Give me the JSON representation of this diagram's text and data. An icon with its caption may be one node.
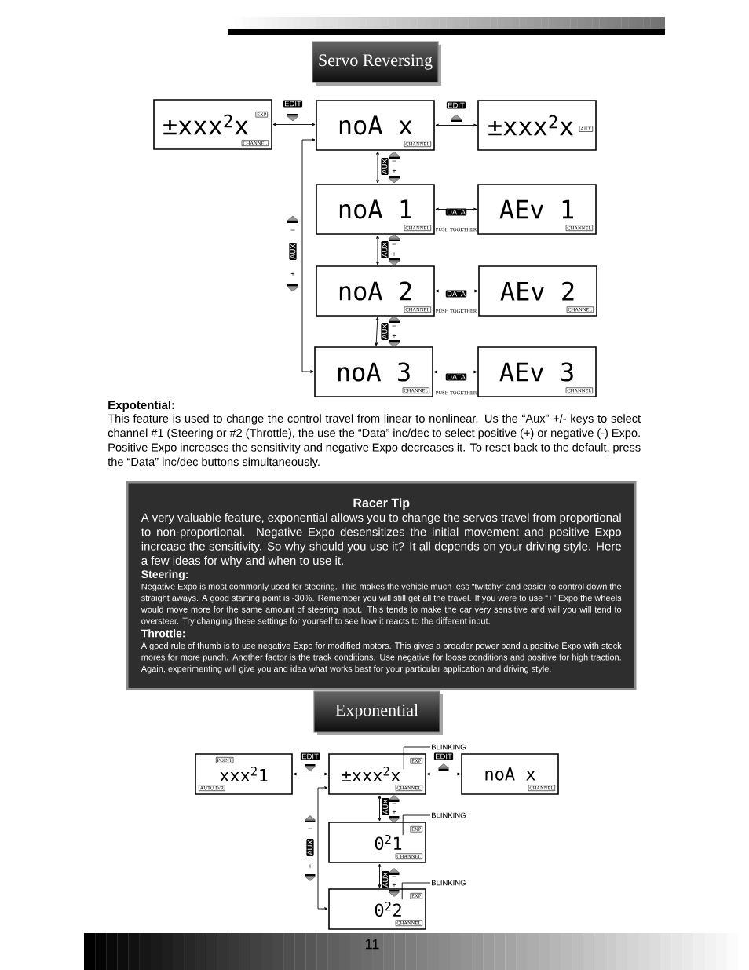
{
  "diagram": {
    "nodes": [
      {
        "text": [
          "Servo Reversing"
        ]
      },
      {
        "text": [
          "±xxx$^{2}$x",
          "EXP",
          "CHANNEL"
        ]
      },
      {
        "text": [
          "noA x",
          "CHANNEL"
        ]
      },
      {
        "text": [
          "±xxx$^{2}$x",
          "AUX"
        ]
      },
      {
        "text": [
          "noA 1",
          "CHANNEL"
        ]
      },
      {
        "text": [
          "AEv 1",
          "CHANNEL"
        ]
      },
      {
        "text": [
          "noA 2",
          "CHANNEL"
        ]
      },
      {
        "text": [
          "AEv 2",
          "CHANNEL"
        ]
      },
      {
        "text": [
          "noA 3",
          "CHANNEL"
        ]
      },
      {
        "text": [
          "AEv 3",
          "CHANNEL"
        ]
      },
      {
        "text": [
          "Racer Tip",
          "A very valuable feature, exponential allows you to change the servos travel from proportional to non-proportional.  Negative Expo desensitizes the initial movement and positive Expo increase the sensitivity.  So why should you use it?  It all depends on your driving style.  Here a few ideas for why and when to use it.",
          "Steering:",
          "Negative Expo is most commonly used for steering.  This makes the vehicle much less “twitchy” and easier to control down the straight aways.  A good starting point is -30%.  Remember you will still get all the travel.  If you were to use “+” Expo the wheels would move more for the same amount of steering input.  This tends to make the car very sensitive and will you will tend to oversteer.  Try changing these settings for yourself to see how it reacts to the different input.",
          "Throttle:",
          "A good rule of thumb is to use negative Expo for modified motors.  This gives a broader power band a positive Expo with stock mores for more punch.  Another factor is the track conditions.  Use negative for loose conditions and positive for high traction.  Again, experimenting will give you and idea what works best for your particular application and driving style."
        ]
      },
      {
        "text": [
          "Exponential"
        ]
      },
      {
        "text": [
          "POINT",
          "xxx$^{2}$1",
          "AUTO D/R"
        ]
      },
      {
        "text": [
          "±xxx$^{2}$x",
          "EXP",
          "CHANNEL"
        ]
      },
      {
        "text": [
          "noA x",
          "CHANNEL"
        ]
      },
      {
        "text": [
          "0$^{2}$1",
          "EXP",
          "CHANNEL"
        ]
      },
      {
        "text": [
          "0$^{2}$2",
          "EXP",
          "CHANNEL"
        ]
      },
      {
        "text": [
          "BLINKING"
        ]
      },
      {
        "text": [
          "BLINKING"
        ]
      },
      {
        "text": [
          "BLINKING"
        ]
      }
    ],
    "edges": [
      {
        "from": 1,
        "to": 2,
        "arrow": "both",
        "label": "EDIT"
      },
      {
        "from": 2,
        "to": 3,
        "arrow": "both",
        "label": "EDIT"
      },
      {
        "from": 2,
        "to": 4,
        "arrow": "both",
        "label": "AUX"
      },
      {
        "from": 4,
        "to": 5,
        "arrow": "both",
        "label": "DATA"
      },
      {
        "from": 4,
        "to": 6,
        "arrow": "both",
        "label": "AUX"
      },
      {
        "from": 6,
        "to": 7,
        "arrow": "both",
        "label": "DATA"
      },
      {
        "from": 6,
        "to": 8,
        "arrow": "both",
        "label": "AUX"
      },
      {
        "from": 8,
        "to": 9,
        "arrow": "both",
        "label": "DATA"
      },
      {
        "from": 2,
        "to": 8,
        "arrow": "both",
        "label": "AUX"
      },
      {
        "from": 12,
        "to": 13,
        "arrow": "both",
        "label": "EDIT"
      },
      {
        "from": 13,
        "to": 14,
        "arrow": "both",
        "label": "EDIT"
      },
      {
        "from": 13,
        "to": 15,
        "arrow": "both",
        "label": "AUX"
      },
      {
        "from": 15,
        "to": 16,
        "arrow": "both",
        "label": "AUX"
      },
      {
        "from": 13,
        "to": 16,
        "arrow": "both",
        "label": "AUX"
      },
      {
        "from": 17,
        "to": 13,
        "arrow": "none"
      },
      {
        "from": 18,
        "to": 15,
        "arrow": "none"
      },
      {
        "from": 19,
        "to": 16,
        "arrow": "none"
      }
    ],
    "labels": [
      "–",
      "+",
      "PUSH TOGETHER",
      "–",
      "+",
      "–",
      "+",
      "PUSH TOGETHER",
      "–",
      "+",
      "PUSH TOGETHER",
      "Expotential:",
      "This feature is used to change the control travel from linear to nonlinear.  Us the “Aux” +/- keys to select channel #1 (Steering or #2 (Throttle), the use the “Data” inc/dec to select positive (+) or negative (-) Expo.  Positive Expo increases the sensitivity and negative Expo decreases it.  To reset back to the default, press the “Data” inc/dec buttons simultaneously.",
      "–",
      "+",
      "–",
      "+",
      "–",
      "+",
      "11"
    ]
  }
}
